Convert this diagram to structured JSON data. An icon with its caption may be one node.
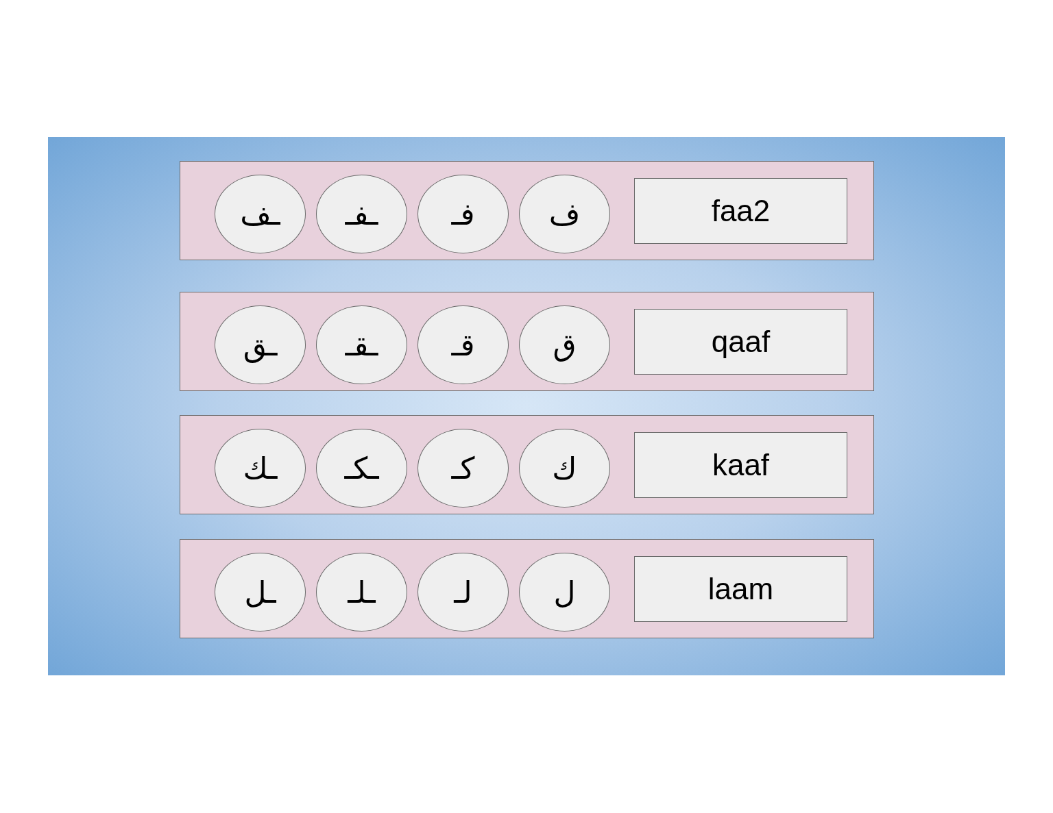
{
  "diagram": {
    "nodes": [
      {
        "text": [],
        "shape": "box"
      },
      {
        "text": [
          "ـف"
        ],
        "in": 0
      },
      {
        "text": [
          "ـفـ"
        ],
        "in": 0
      },
      {
        "text": [
          "فـ"
        ],
        "in": 0
      },
      {
        "text": [
          "ف"
        ],
        "in": 0
      },
      {
        "text": [
          "faa2"
        ],
        "in": 0
      },
      {
        "text": [],
        "shape": "box"
      },
      {
        "text": [
          "ـق"
        ],
        "in": 6
      },
      {
        "text": [
          "ـقـ"
        ],
        "in": 6
      },
      {
        "text": [
          "قـ"
        ],
        "in": 6
      },
      {
        "text": [
          "ق"
        ],
        "in": 6
      },
      {
        "text": [
          "qaaf"
        ],
        "in": 6
      },
      {
        "text": [],
        "shape": "box"
      },
      {
        "text": [
          "ـك"
        ],
        "in": 12
      },
      {
        "text": [
          "ـكـ"
        ],
        "in": 12
      },
      {
        "text": [
          "كـ"
        ],
        "in": 12
      },
      {
        "text": [
          "ك"
        ],
        "in": 12
      },
      {
        "text": [
          "kaaf"
        ],
        "in": 12
      },
      {
        "text": [],
        "shape": "box"
      },
      {
        "text": [
          "ـل"
        ],
        "in": 18
      },
      {
        "text": [
          "ـلـ"
        ],
        "in": 18
      },
      {
        "text": [
          "لـ"
        ],
        "in": 18
      },
      {
        "text": [
          "ل"
        ],
        "in": 18
      },
      {
        "text": [
          "laam"
        ],
        "in": 18
      }
    ]
  }
}
